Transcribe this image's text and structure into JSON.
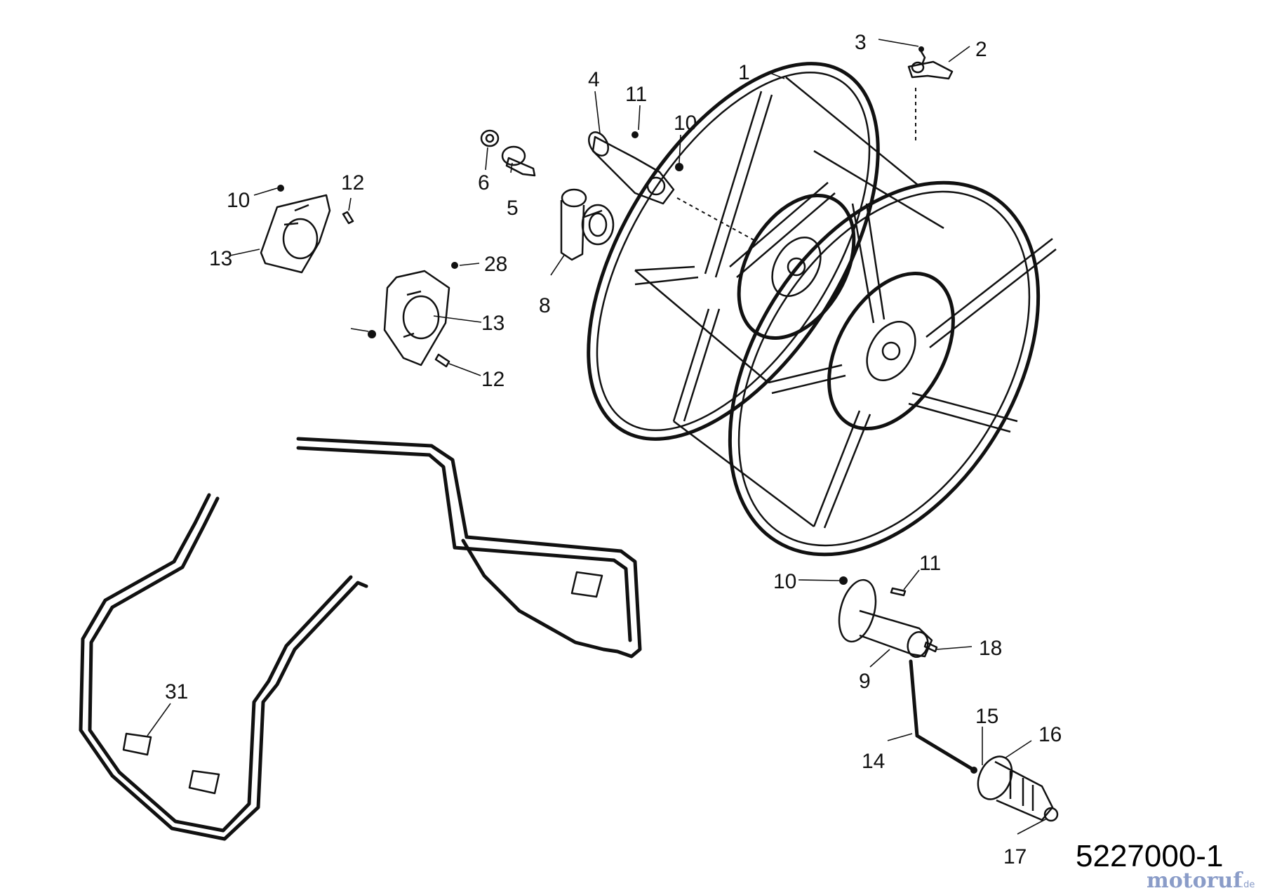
{
  "callouts": {
    "c1": "1",
    "c2": "2",
    "c3": "3",
    "c4": "4",
    "c5": "5",
    "c6": "6",
    "c8": "8",
    "c9": "9",
    "c10a": "10",
    "c10b": "10",
    "c10c": "10",
    "c11a": "11",
    "c11b": "11",
    "c12a": "12",
    "c12b": "12",
    "c13a": "13",
    "c13b": "13",
    "c14": "14",
    "c15": "15",
    "c16": "16",
    "c17": "17",
    "c18": "18",
    "c28": "28",
    "c31": "31"
  },
  "part_number": "5227000-1",
  "watermark": {
    "brand": "motoruf",
    "suffix": ".de"
  }
}
